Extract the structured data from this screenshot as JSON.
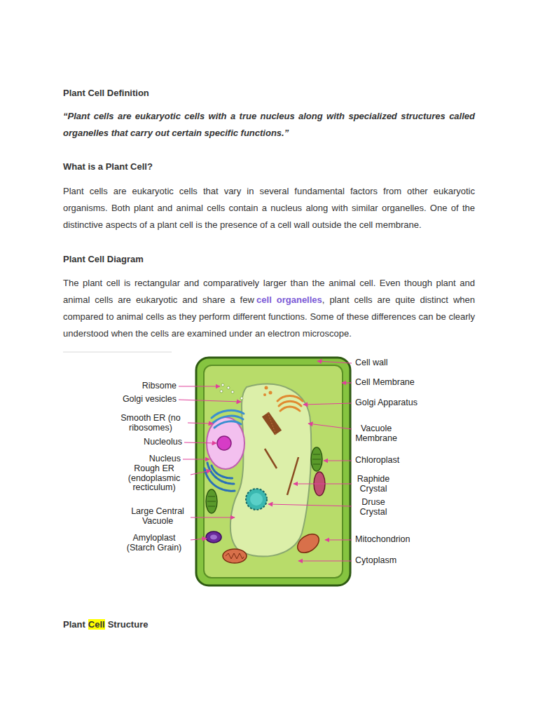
{
  "diagram": {
    "title": "Plant Cell Definition",
    "labels": [
      "“Plant cells are eukaryotic cells with a true nucleus along with specialized structures called organelles that carry out certain specific functions.”",
      "What is a Plant Cell?",
      "Plant cells are eukaryotic cells that vary in several fundamental factors from other eukaryotic organisms. Both plant and animal cells contain a nucleus along with similar organelles. One of the distinctive aspects of a plant cell is the presence of a cell wall outside the cell membrane.",
      "Plant Cell Diagram",
      "The plant cell is rectangular and comparatively larger than the animal cell. Even though plant and animal cells are eukaryotic and share a few",
      "cell organelles",
      ", plant cells are quite distinct when compared to animal cells as they perform different functions. Some of these differences can be clearly understood when the cells are examined under an electron microscope.",
      "Ribsome",
      "Golgi vesicles",
      "Smooth ER (no ribosomes)",
      "Nucleolus",
      "Nucleus",
      "Rough ER (endoplasmic recticulum)",
      "Large Central Vacuole",
      "Amyloplast (Starch Grain)",
      "Cell wall",
      "Cell Membrane",
      "Golgi Apparatus",
      "Vacuole Membrane",
      "Chloroplast",
      "Raphide Crystal",
      "Druse Crystal",
      "Mitochondrion",
      "Cytoplasm",
      "Plant",
      "Cell",
      "Structure"
    ]
  }
}
